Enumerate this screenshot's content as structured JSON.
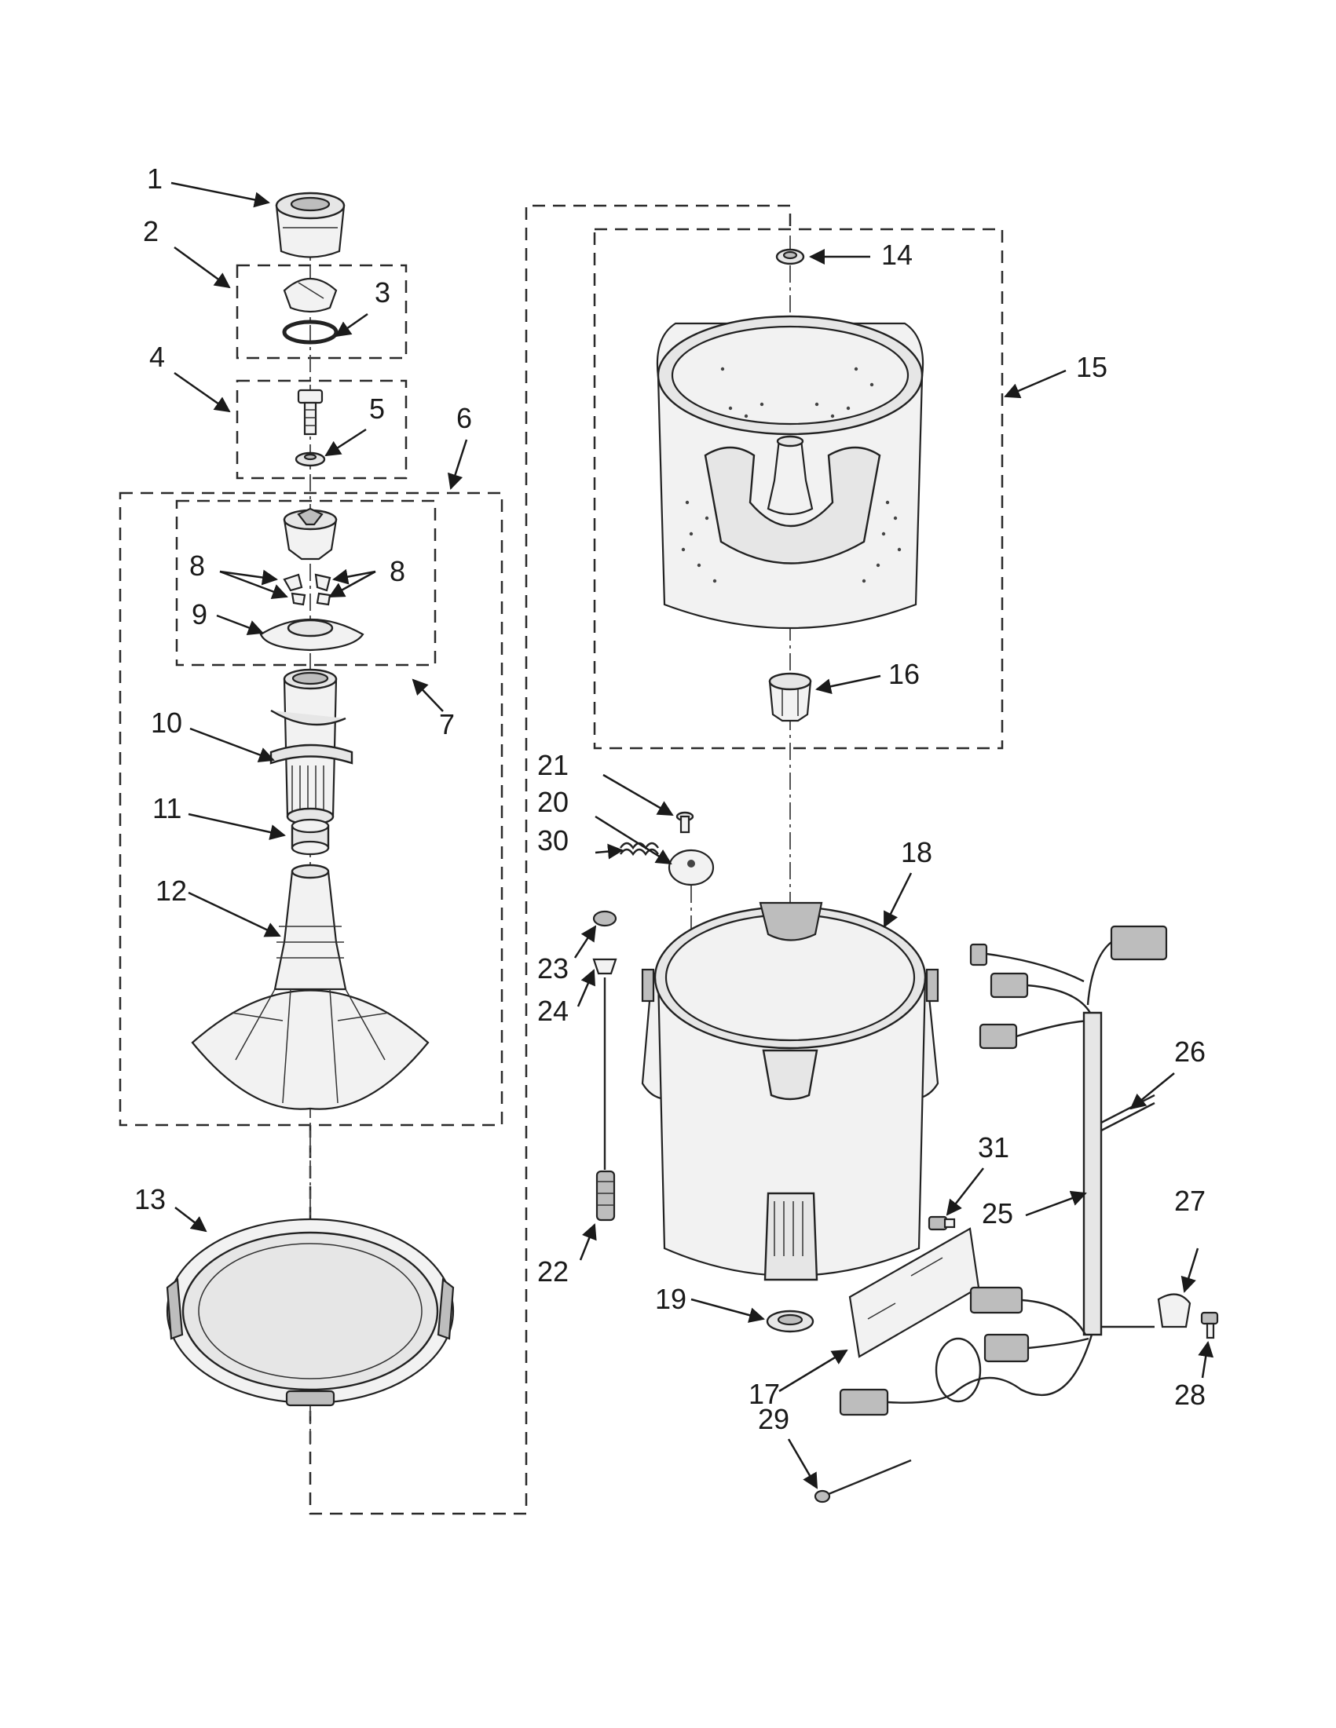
{
  "callouts": {
    "c1": "1",
    "c2": "2",
    "c3": "3",
    "c4": "4",
    "c5": "5",
    "c6": "6",
    "c7": "7",
    "c8a": "8",
    "c8b": "8",
    "c9": "9",
    "c10": "10",
    "c11": "11",
    "c12": "12",
    "c13": "13",
    "c14": "14",
    "c15": "15",
    "c16": "16",
    "c17": "17",
    "c18": "18",
    "c19": "19",
    "c20": "20",
    "c21": "21",
    "c22": "22",
    "c23": "23",
    "c24": "24",
    "c25": "25",
    "c26": "26",
    "c27": "27",
    "c28": "28",
    "c29": "29",
    "c30": "30",
    "c31": "31"
  }
}
